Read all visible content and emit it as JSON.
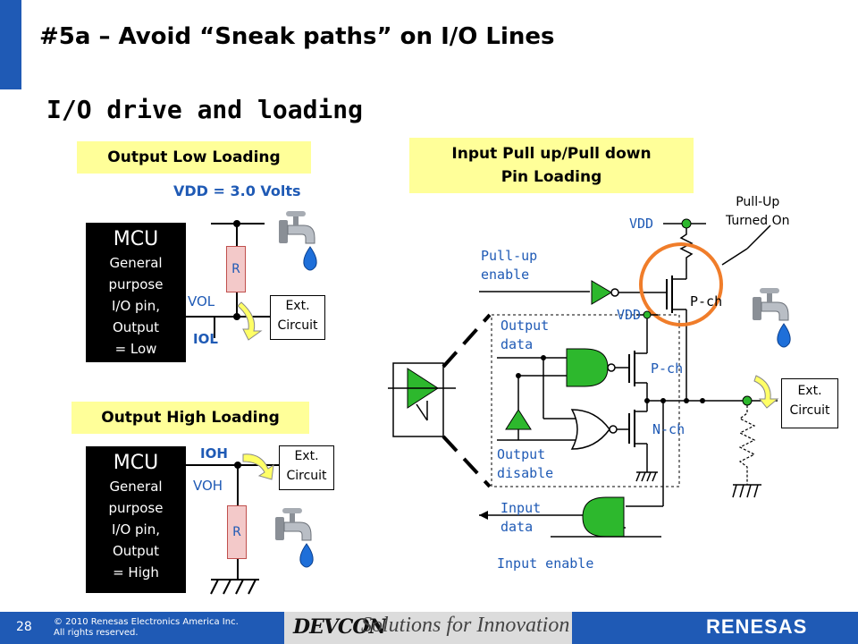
{
  "slide": {
    "title": "#5a – Avoid “Sneak paths” on I/O Lines",
    "subtitle": "I/O drive and loading",
    "page_number": "28"
  },
  "left_top": {
    "header": "Output Low Loading",
    "vdd_label": "VDD = 3.0 Volts",
    "mcu_title": "MCU",
    "mcu_desc": "General\npurpose\nI/O pin,\nOutput\n= Low",
    "resistor_label": "R",
    "vol_label": "VOL",
    "iol_label": "IOL",
    "ext_circuit": "Ext.\nCircuit"
  },
  "left_bottom": {
    "header": "Output High Loading",
    "mcu_title": "MCU",
    "mcu_desc": "General\npurpose\nI/O pin,\nOutput\n= High",
    "ioh_label": "IOH",
    "voh_label": "VOH",
    "resistor_label": "R",
    "ext_circuit": "Ext.\nCircuit"
  },
  "right": {
    "header_line1": "Input Pull up/Pull down",
    "header_line2": "Pin Loading",
    "vdd_top": "VDD",
    "pullup_note": "Pull-Up\nTurned On",
    "pullup_enable": "Pull-up\nenable",
    "pch_top": "P-ch",
    "vdd_inner": "VDD",
    "output_data": "Output\ndata",
    "pch_inner": "P-ch",
    "nch_inner": "N-ch",
    "output_disable": "Output\ndisable",
    "input_data": "Input\ndata",
    "input_enable": "Input enable",
    "ext_circuit": "Ext.\nCircuit"
  },
  "footer": {
    "copyright": "© 2010 Renesas Electronics America Inc.\nAll rights reserved.",
    "devcon": "DEVCON",
    "tagline": "Solutions for Innovation",
    "brand": "RENESAS"
  },
  "colors": {
    "accent_blue": "#1f5ab5",
    "highlight_yellow": "#ffff99",
    "gate_green": "#2db82d",
    "orange_circle": "#f07d2a",
    "resistor_pink": "#f3c9c9"
  }
}
